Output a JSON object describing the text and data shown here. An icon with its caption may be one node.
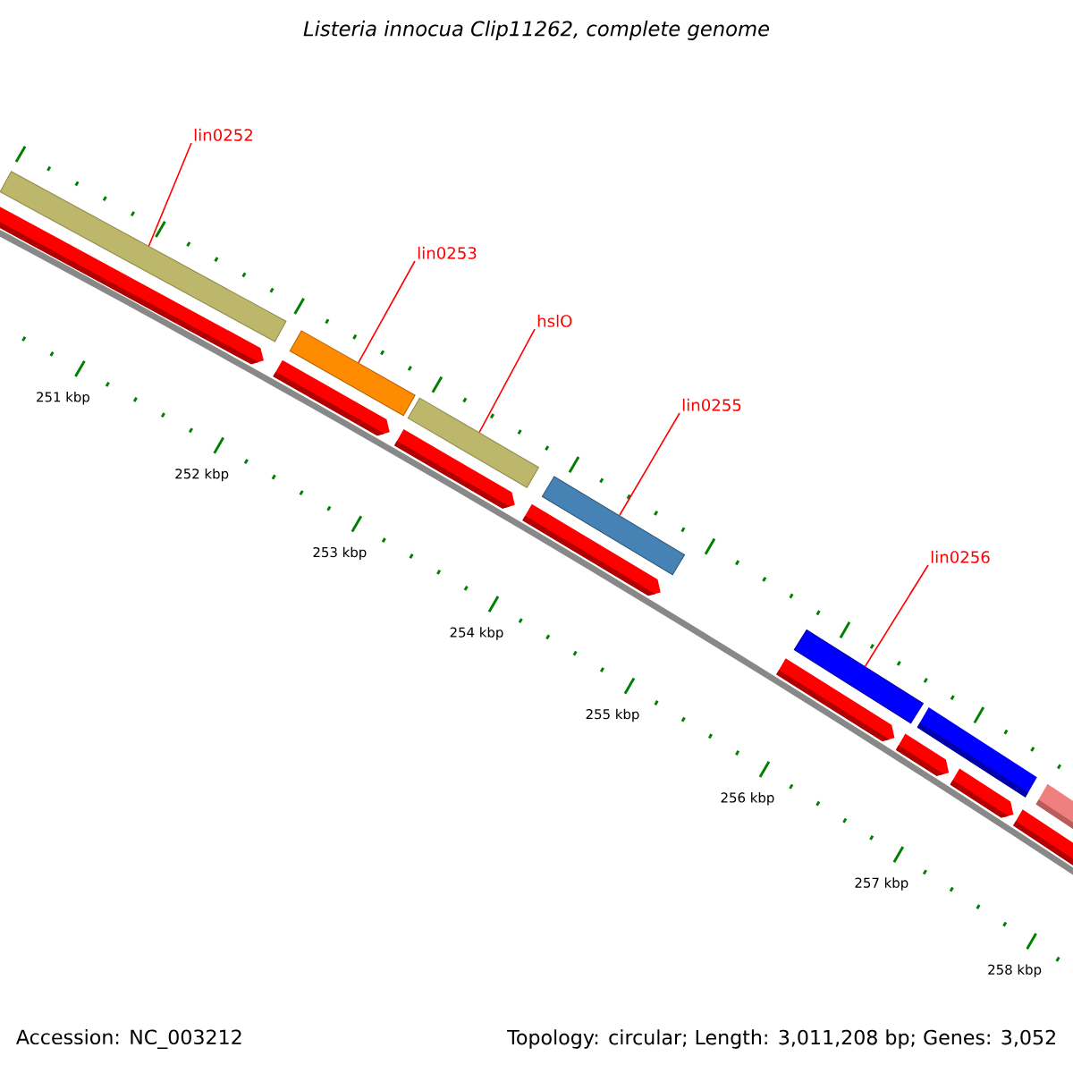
{
  "diagram": {
    "title": "Listeria innocua Clip11262, complete genome",
    "nodes": [
      {
        "text": [
          "lin0252"
        ]
      },
      {
        "text": [],
        "shape": "bar"
      },
      {
        "text": [
          "lin0253"
        ]
      },
      {
        "text": [],
        "shape": "bar"
      },
      {
        "text": [
          "hslO"
        ]
      },
      {
        "text": [],
        "shape": "bar"
      },
      {
        "text": [
          "lin0255"
        ]
      },
      {
        "text": [],
        "shape": "bar"
      },
      {
        "text": [
          "lin0256"
        ]
      },
      {
        "text": [],
        "shape": "bar"
      }
    ],
    "edges": [
      {
        "from": 0,
        "to": 1,
        "arrow": "none"
      },
      {
        "from": 2,
        "to": 3,
        "arrow": "none"
      },
      {
        "from": 4,
        "to": 5,
        "arrow": "none"
      },
      {
        "from": 6,
        "to": 7,
        "arrow": "none"
      },
      {
        "from": 8,
        "to": 9,
        "arrow": "none"
      }
    ],
    "labels": [
      "251 kbp",
      "252 kbp",
      "253 kbp",
      "254 kbp",
      "255 kbp",
      "256 kbp",
      "257 kbp",
      "258 kbp",
      "Accession: NC_003212",
      "Topology: circular; Length: 3,011,208 bp; Genes: 3,052"
    ]
  }
}
